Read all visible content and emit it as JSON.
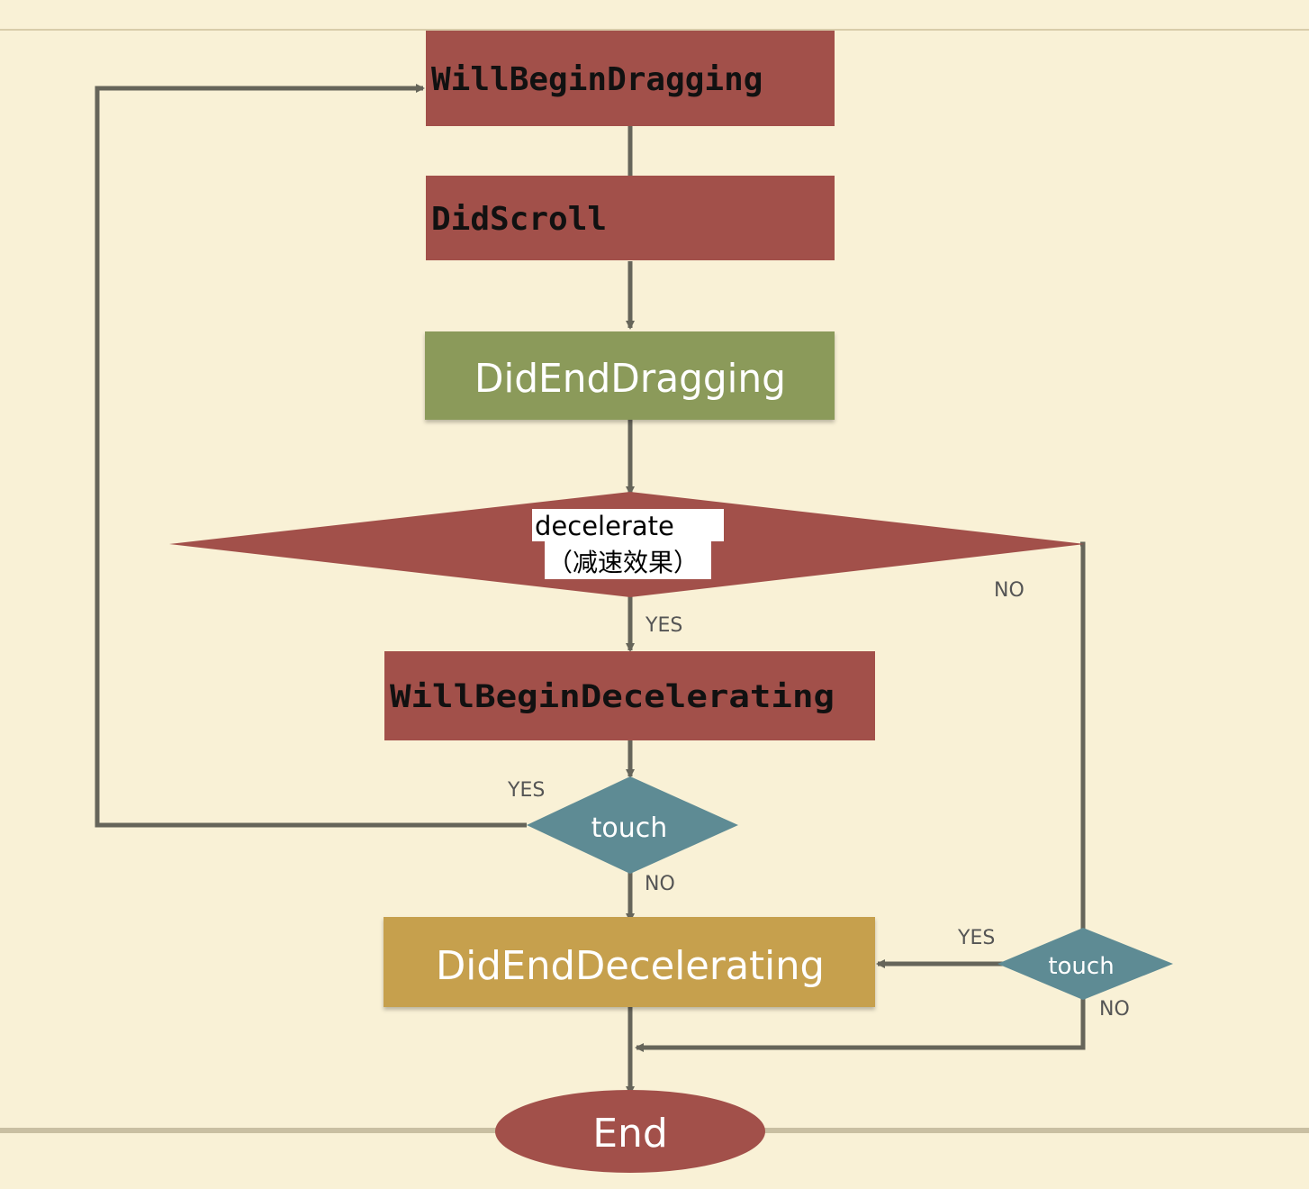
{
  "colors": {
    "background": "#f9f1d6",
    "red_box": "#a2504a",
    "green_box": "#8b9a5a",
    "gold_box": "#c6a04e",
    "teal_diamond": "#5e8b94",
    "line": "#66655a"
  },
  "nodes": {
    "will_begin_dragging": "WillBeginDragging",
    "did_scroll": "DidScroll",
    "did_end_dragging": "DidEndDragging",
    "decelerate_line1": "decelerate",
    "decelerate_line2": "（减速效果）",
    "will_begin_decelerating": "WillBeginDecelerating",
    "touch_center": "touch",
    "did_end_decelerating": "DidEndDecelerating",
    "touch_right": "touch",
    "end": "End"
  },
  "labels": {
    "decelerate_no": "NO",
    "decelerate_yes": "YES",
    "touch_center_yes": "YES",
    "touch_center_no": "NO",
    "touch_right_yes": "YES",
    "touch_right_no": "NO"
  }
}
